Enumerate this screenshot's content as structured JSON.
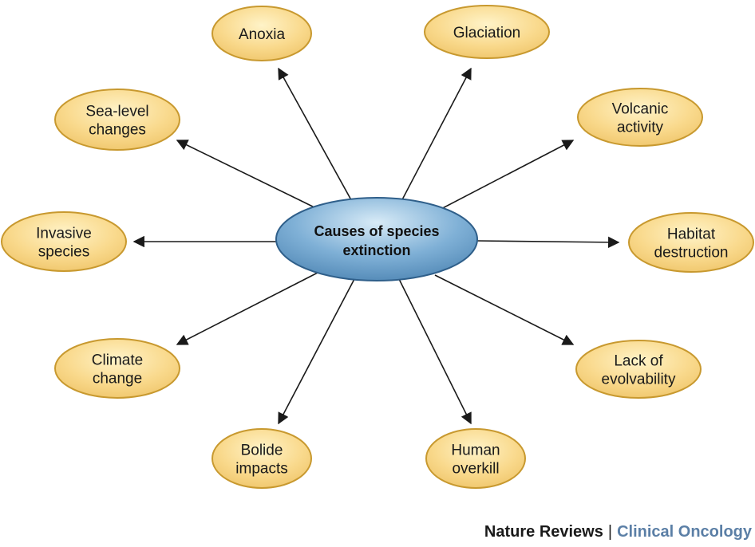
{
  "diagram": {
    "center": {
      "line1": "Causes of species",
      "line2": "extinction"
    },
    "nodes": [
      {
        "id": "anoxia",
        "lines": [
          "Anoxia"
        ]
      },
      {
        "id": "glaciation",
        "lines": [
          "Glaciation"
        ]
      },
      {
        "id": "volcanic-activity",
        "lines": [
          "Volcanic",
          "activity"
        ]
      },
      {
        "id": "habitat-destruction",
        "lines": [
          "Habitat",
          "destruction"
        ]
      },
      {
        "id": "lack-of-evolvability",
        "lines": [
          "Lack of",
          "evolvability"
        ]
      },
      {
        "id": "human-overkill",
        "lines": [
          "Human",
          "overkill"
        ]
      },
      {
        "id": "bolide-impacts",
        "lines": [
          "Bolide",
          "impacts"
        ]
      },
      {
        "id": "climate-change",
        "lines": [
          "Climate",
          "change"
        ]
      },
      {
        "id": "invasive-species",
        "lines": [
          "Invasive",
          "species"
        ]
      },
      {
        "id": "sea-level-changes",
        "lines": [
          "Sea-level",
          "changes"
        ]
      }
    ],
    "colors": {
      "node_fill": "#f9d98c",
      "node_stroke": "#c8992f",
      "center_fill": "#6e9fc6",
      "center_stroke": "#2f5f8a",
      "arrow": "#1a1a1a"
    }
  },
  "credit": {
    "publisher": "Nature Reviews",
    "separator": "|",
    "journal": "Clinical Oncology"
  }
}
